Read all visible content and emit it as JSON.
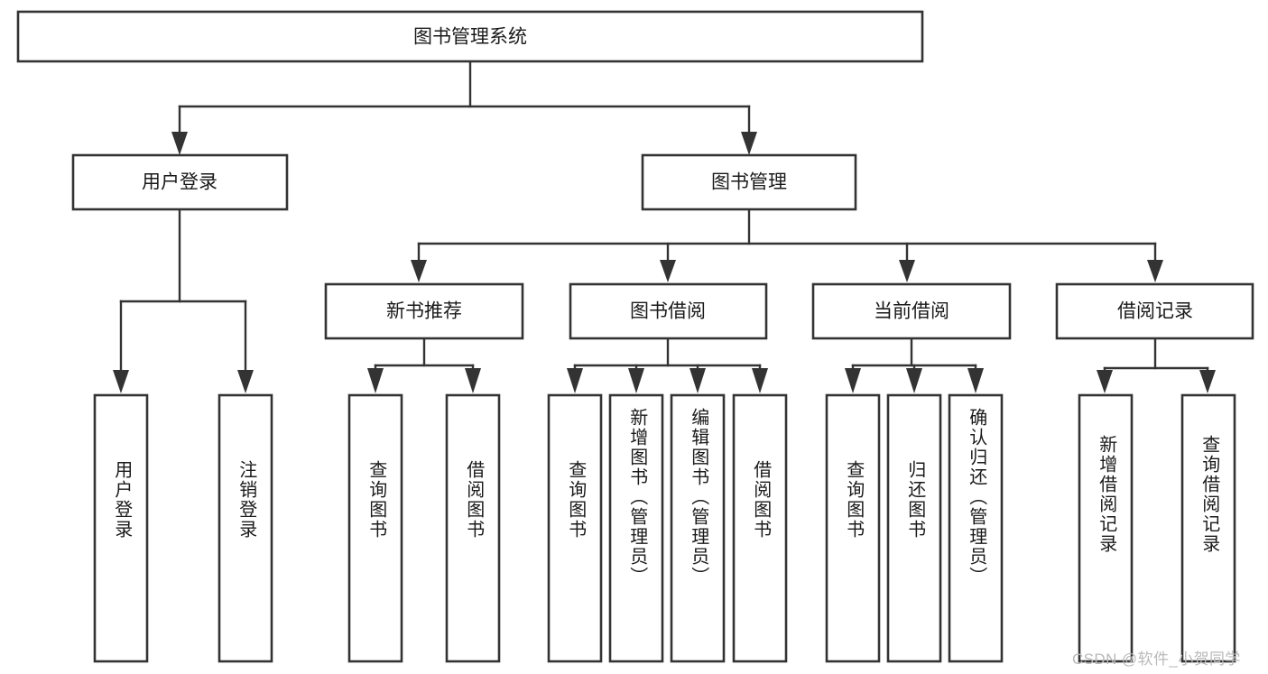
{
  "diagram": {
    "type": "tree-hierarchy",
    "title": "图书管理系统",
    "orientation": "top-down",
    "colors": {
      "stroke": "#333333",
      "box_fill": "#ffffff",
      "label": "#1a1a1a",
      "background": "#ffffff",
      "watermark": "#b9b9b9"
    },
    "root": {
      "id": "root",
      "label": "图书管理系统"
    },
    "level2": [
      {
        "id": "user-login",
        "label": "用户登录"
      },
      {
        "id": "book-manage",
        "label": "图书管理"
      }
    ],
    "level3": [
      {
        "id": "new-book-recommend",
        "label": "新书推荐",
        "parent": "book-manage"
      },
      {
        "id": "book-borrow",
        "label": "图书借阅",
        "parent": "book-manage"
      },
      {
        "id": "current-borrow",
        "label": "当前借阅",
        "parent": "book-manage"
      },
      {
        "id": "borrow-record",
        "label": "借阅记录",
        "parent": "book-manage"
      }
    ],
    "leaves": {
      "user-login": [
        {
          "id": "leaf-user-login",
          "label": "用户登录"
        },
        {
          "id": "leaf-logout-login",
          "label": "注销登录"
        }
      ],
      "new-book-recommend": [
        {
          "id": "leaf-query-book-1",
          "label": "查询图书"
        },
        {
          "id": "leaf-borrow-book-1",
          "label": "借阅图书"
        }
      ],
      "book-borrow": [
        {
          "id": "leaf-query-book-2",
          "label": "查询图书"
        },
        {
          "id": "leaf-add-book",
          "label": "新增图书（管理员）"
        },
        {
          "id": "leaf-edit-book",
          "label": "编辑图书（管理员）"
        },
        {
          "id": "leaf-borrow-book-2",
          "label": "借阅图书"
        }
      ],
      "current-borrow": [
        {
          "id": "leaf-query-book-3",
          "label": "查询图书"
        },
        {
          "id": "leaf-return-book",
          "label": "归还图书"
        },
        {
          "id": "leaf-confirm-return",
          "label": "确认归还（管理员）"
        }
      ],
      "borrow-record": [
        {
          "id": "leaf-add-record",
          "label": "新增借阅记录"
        },
        {
          "id": "leaf-query-record",
          "label": "查询借阅记录"
        }
      ]
    }
  },
  "watermark": {
    "text": "CSDN @软件_小贺同学"
  }
}
